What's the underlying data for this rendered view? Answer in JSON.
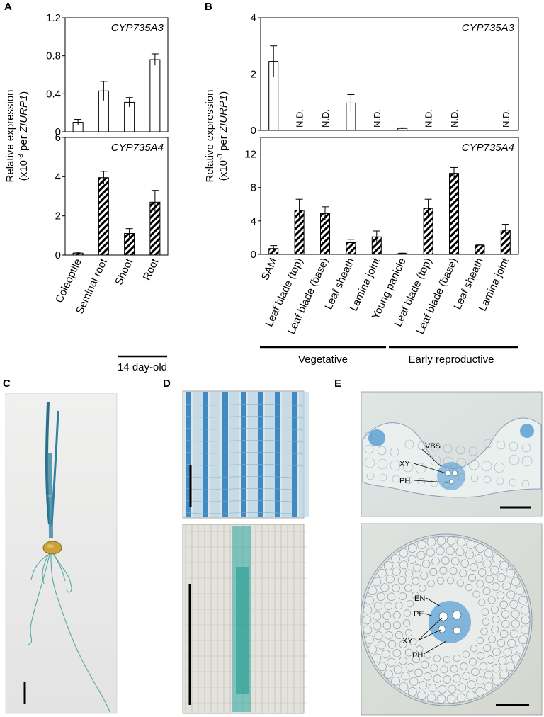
{
  "panels": {
    "A": "A",
    "B": "B",
    "C": "C",
    "D": "D",
    "E": "E"
  },
  "chart_data": [
    {
      "type": "bar",
      "panel": "A",
      "gene": "CYP735A3",
      "pattern": "open",
      "categories": [
        "Coleoptile",
        "Seminal root",
        "Shoot",
        "Root"
      ],
      "values": [
        0.1,
        0.43,
        0.31,
        0.76
      ],
      "errors": [
        0.03,
        0.1,
        0.05,
        0.06
      ],
      "ylim": [
        0,
        1.2
      ],
      "yticks": [
        "0",
        "0.4",
        "0.8",
        "1.2"
      ]
    },
    {
      "type": "bar",
      "panel": "A",
      "gene": "CYP735A4",
      "pattern": "hatched",
      "categories": [
        "Coleoptile",
        "Seminal root",
        "Shoot",
        "Root"
      ],
      "values": [
        0.1,
        3.95,
        1.1,
        2.7
      ],
      "errors": [
        0.05,
        0.32,
        0.25,
        0.6
      ],
      "ylim": [
        0,
        6
      ],
      "yticks": [
        "0",
        "2",
        "4",
        "6"
      ]
    },
    {
      "type": "bar",
      "panel": "B",
      "gene": "CYP735A3",
      "pattern": "open",
      "categories": [
        "SAM",
        "Leaf blade (top)",
        "Leaf blade (base)",
        "Leaf sheath",
        "Lamina joint",
        "Young panicle",
        "Leaf blade (top)",
        "Leaf blade (base)",
        "Leaf sheath",
        "Lamina joint"
      ],
      "values": [
        2.45,
        null,
        null,
        0.97,
        null,
        0.07,
        null,
        null,
        null,
        null
      ],
      "errors": [
        0.55,
        null,
        null,
        0.3,
        null,
        0.02,
        null,
        null,
        null,
        null
      ],
      "nd": [
        false,
        true,
        true,
        false,
        true,
        false,
        true,
        true,
        false,
        true
      ],
      "ylim": [
        0,
        4
      ],
      "yticks": [
        "0",
        "2",
        "4"
      ]
    },
    {
      "type": "bar",
      "panel": "B",
      "gene": "CYP735A4",
      "pattern": "hatched",
      "categories": [
        "SAM",
        "Leaf blade (top)",
        "Leaf blade (base)",
        "Leaf sheath",
        "Lamina joint",
        "Young panicle",
        "Leaf blade (top)",
        "Leaf blade (base)",
        "Leaf sheath",
        "Lamina joint"
      ],
      "values": [
        0.7,
        5.3,
        4.9,
        1.4,
        2.1,
        0.1,
        5.5,
        9.7,
        1.1,
        2.9
      ],
      "errors": [
        0.35,
        1.3,
        0.8,
        0.4,
        0.7,
        0.05,
        1.1,
        0.7,
        0.1,
        0.7
      ],
      "ylim": [
        0,
        14
      ],
      "yticks": [
        "0",
        "4",
        "8",
        "12"
      ]
    }
  ],
  "text": {
    "nd": "N.D.",
    "ylabel_A_1": "Relative expression",
    "ylabel_A_2_pre": "(x10",
    "ylabel_A_2_sup": "-3",
    "ylabel_A_2_post": " per ",
    "ylabel_A_2_gene": "ZIURP1",
    "ylabel_A_2_end": ")",
    "group_A": "14 day-old",
    "group_B_1": "Vegetative",
    "group_B_2": "Early reproductive"
  },
  "micrograph_labels": {
    "E_top": [
      "VBS",
      "XY",
      "PH"
    ],
    "E_bottom": [
      "EN",
      "PE",
      "XY",
      "PH"
    ]
  },
  "colors": {
    "stain": "#2f7fc0",
    "root_stain": "#2aa8a0",
    "seed": "#c9a23a",
    "background_micrograph": "#dfe3e0"
  }
}
